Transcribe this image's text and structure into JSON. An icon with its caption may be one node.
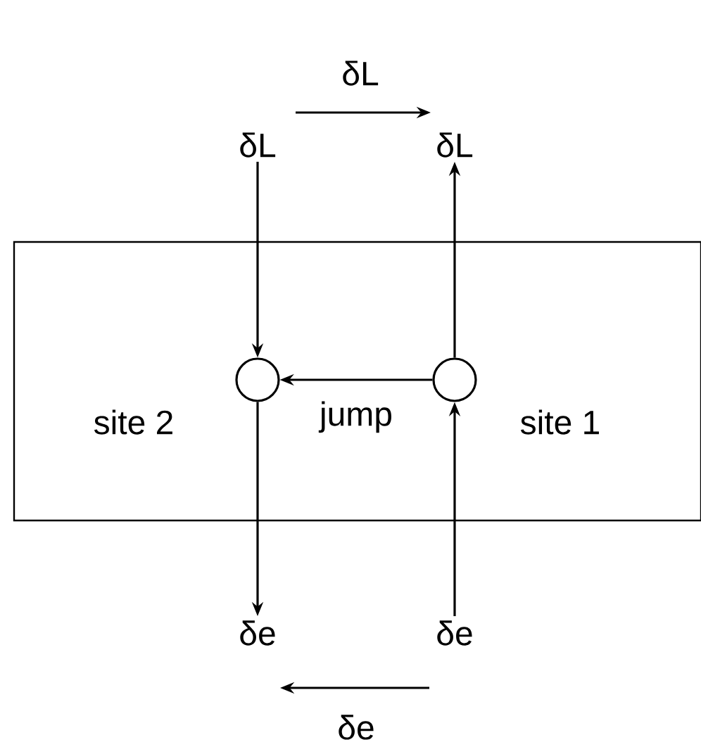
{
  "diagram": {
    "nodes": [
      {
        "text": [
          "δL"
        ]
      },
      {
        "text": [
          "δL"
        ]
      },
      {
        "text": [],
        "shape": "box"
      },
      {
        "text": [],
        "shape": "circle",
        "beside": [
          "site 2"
        ],
        "in": 2
      },
      {
        "text": [],
        "shape": "circle",
        "beside": [
          "site 1"
        ],
        "in": 2
      },
      {
        "text": [
          "δe"
        ]
      },
      {
        "text": [
          "δe"
        ]
      }
    ],
    "edges": [
      {
        "from": 0,
        "to": 3,
        "arrow": "to"
      },
      {
        "from": 4,
        "to": 1,
        "arrow": "to"
      },
      {
        "from": 4,
        "to": 3,
        "arrow": "to",
        "label": "jump"
      },
      {
        "from": 3,
        "to": 5,
        "arrow": "to"
      },
      {
        "from": 6,
        "to": 4,
        "arrow": "to"
      }
    ],
    "labels": [
      "δL",
      "δe"
    ]
  }
}
